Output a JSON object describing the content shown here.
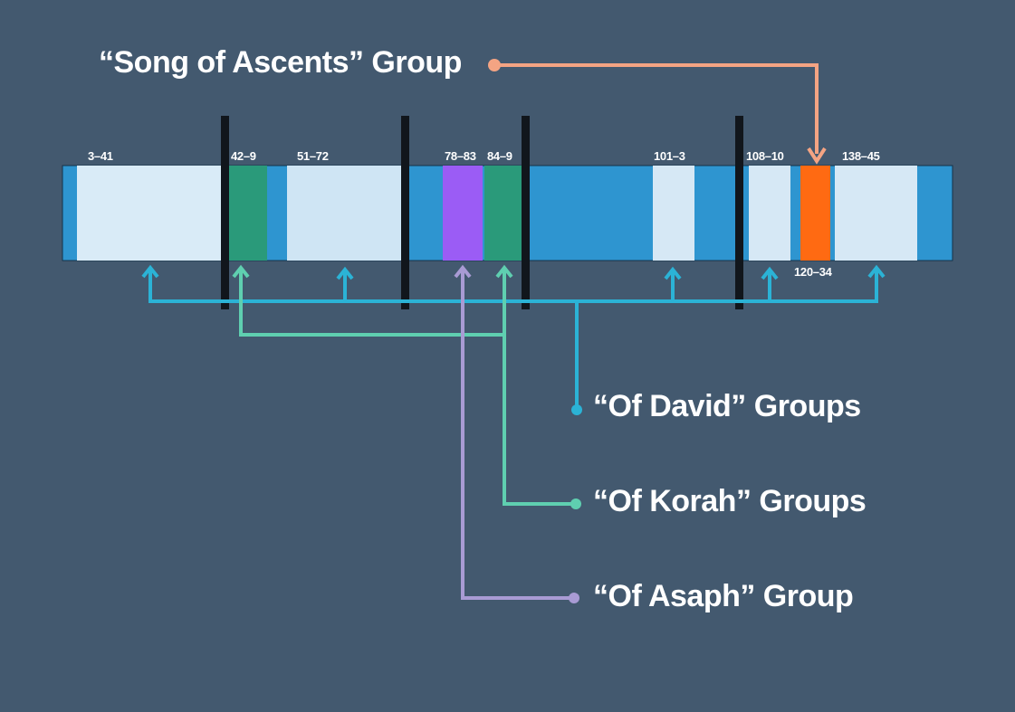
{
  "title_label": "“Song of Ascents” Group",
  "groups": [
    {
      "label": "“Of David” Groups",
      "color": "#2bb3d6"
    },
    {
      "label": "“Of Korah” Groups",
      "color": "#5fcfb0"
    },
    {
      "label": "“Of Asaph” Group",
      "color": "#a99bd4"
    }
  ],
  "ascents_color": "#f4a483",
  "segment_labels": {
    "s3_41": "3–41",
    "s42_9": "42–9",
    "s51_72": "51–72",
    "s78_83": "78–83",
    "s84_9": "84–9",
    "s101_3": "101–3",
    "s108_10": "108–10",
    "s120_34": "120–34",
    "s138_45": "138–45"
  },
  "segment_colors": {
    "base": "#2e95d0",
    "david": "#d6e8f5",
    "korah": "#2a9a7a",
    "asaph": "#9b5cf5",
    "ascents": "#ff6a12",
    "divider": "#11161c"
  }
}
